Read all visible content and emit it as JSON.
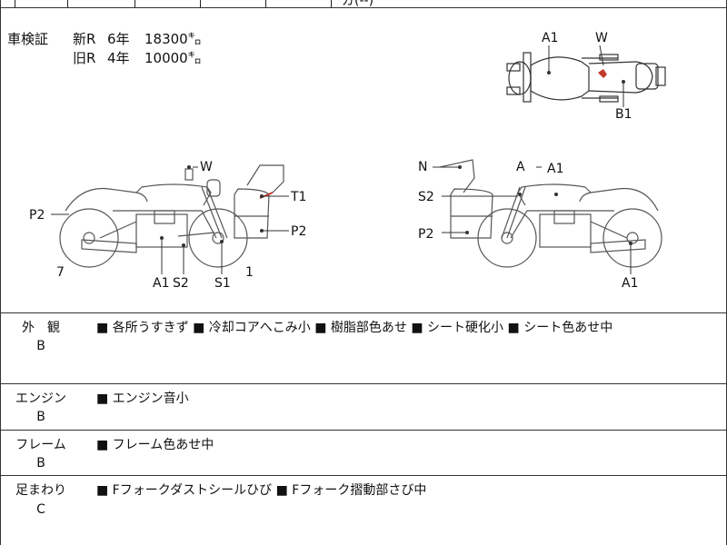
{
  "top_fragment": "ガ(--)",
  "shaken": {
    "title": "車検証",
    "rows": [
      {
        "label": "新R",
        "years": "6年",
        "km": "18300㌔"
      },
      {
        "label": "旧R",
        "years": "4年",
        "km": "10000㌔"
      }
    ]
  },
  "diagram_labels": {
    "top_A1": "A1",
    "top_W": "W",
    "top_B1": "B1",
    "left_W": "W",
    "left_T1": "T1",
    "left_P2_front": "P2",
    "left_P2_rear": "P2",
    "left_7": "7",
    "left_A1": "A1",
    "left_S2": "S2",
    "left_S1": "S1",
    "left_1": "1",
    "right_N": "N",
    "right_A": "A",
    "right_A1_tank": "A1",
    "right_S2": "S2",
    "right_P2": "P2",
    "right_A1_bottom": "A1"
  },
  "sections": [
    {
      "label": "外　観",
      "grade": "B",
      "notes": "■ 各所うすきず ■ 冷却コアへこみ小 ■ 樹脂部色あせ ■ シート硬化小 ■ シート色あせ中"
    },
    {
      "label": "エンジン",
      "grade": "B",
      "notes": "■ エンジン音小"
    },
    {
      "label": "フレーム",
      "grade": "B",
      "notes": "■ フレーム色あせ中"
    },
    {
      "label": "足まわり",
      "grade": "C",
      "notes": "■ Fフォークダストシールひび ■ Fフォーク摺動部さび中"
    }
  ]
}
